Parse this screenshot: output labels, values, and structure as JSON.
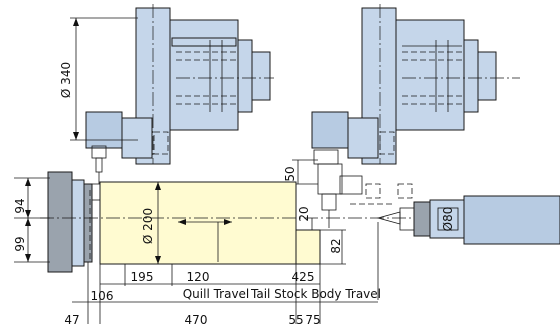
{
  "dimensions": {
    "d340": "Ø 340",
    "d200": "Ø 200",
    "d80": "Ø80",
    "v50": "50",
    "v94": "94",
    "v99": "99",
    "v20": "20",
    "v82": "82",
    "h195": "195",
    "h120": "120",
    "h425": "425",
    "h106": "106",
    "h47": "47",
    "h470": "470",
    "h55": "55",
    "h75": "75"
  },
  "labels": {
    "quill_travel": "Quill Travel",
    "tail_stock_body_travel": "Tail Stock Body Travel"
  },
  "colors": {
    "body_blue": "#c5d6ea",
    "chuck_gray": "#9aa3ad",
    "workpiece_yellow": "#fffbd1"
  }
}
